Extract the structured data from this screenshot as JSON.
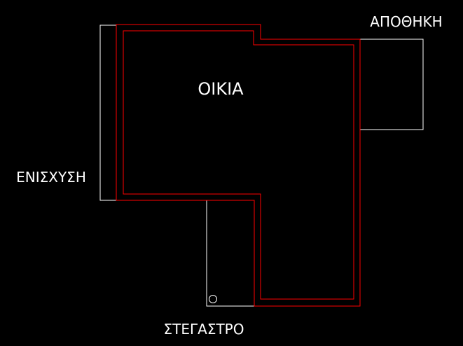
{
  "labels": {
    "house": "ΟΙΚΙΑ",
    "storage": "ΑΠΟΘΗΚΗ",
    "reinforcement": "ΕΝΙΣΧΥΣΗ",
    "shelter": "ΣΤΕΓΑΣΤΡΟ"
  },
  "colors": {
    "background": "#000000",
    "wall_lines": "#ff0000",
    "outline_lines": "#ffffff",
    "text": "#ffffff"
  }
}
